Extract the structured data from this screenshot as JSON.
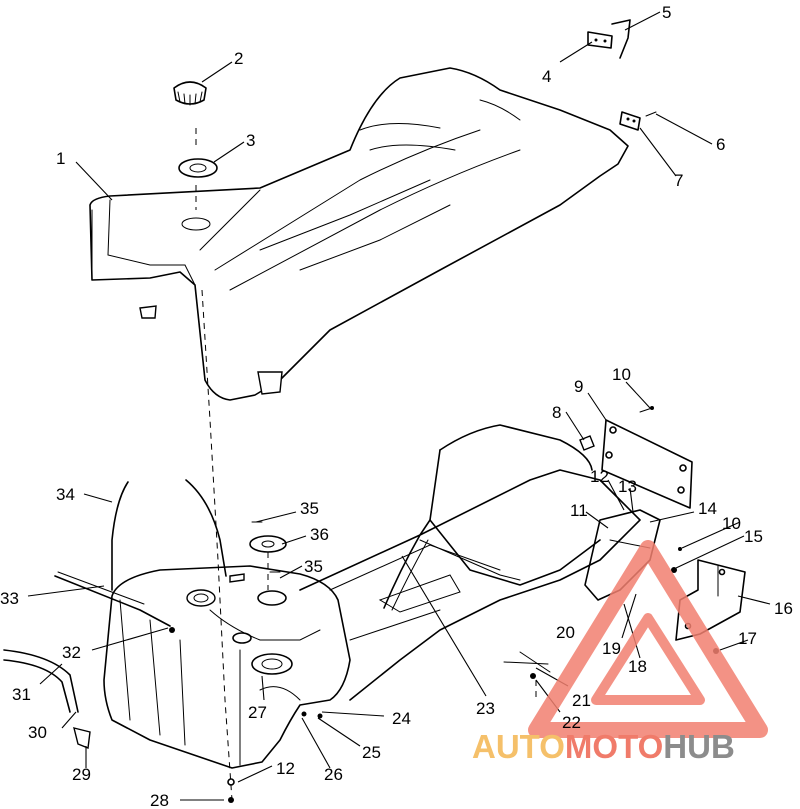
{
  "diagram": {
    "callouts": [
      "1",
      "2",
      "3",
      "4",
      "5",
      "6",
      "7",
      "8",
      "9",
      "10",
      "10",
      "11",
      "12",
      "12",
      "13",
      "14",
      "15",
      "16",
      "17",
      "18",
      "19",
      "20",
      "21",
      "22",
      "23",
      "24",
      "25",
      "26",
      "27",
      "28",
      "29",
      "30",
      "31",
      "32",
      "33",
      "34",
      "35",
      "35",
      "36"
    ]
  },
  "watermark": {
    "part1": "AUTO",
    "part2": "MOTO",
    "part3": "HUB",
    "colors": {
      "auto": "#f5c06a",
      "moto": "#f07b6a",
      "hub": "#8c8c8c",
      "triangle": "#f28070"
    }
  }
}
